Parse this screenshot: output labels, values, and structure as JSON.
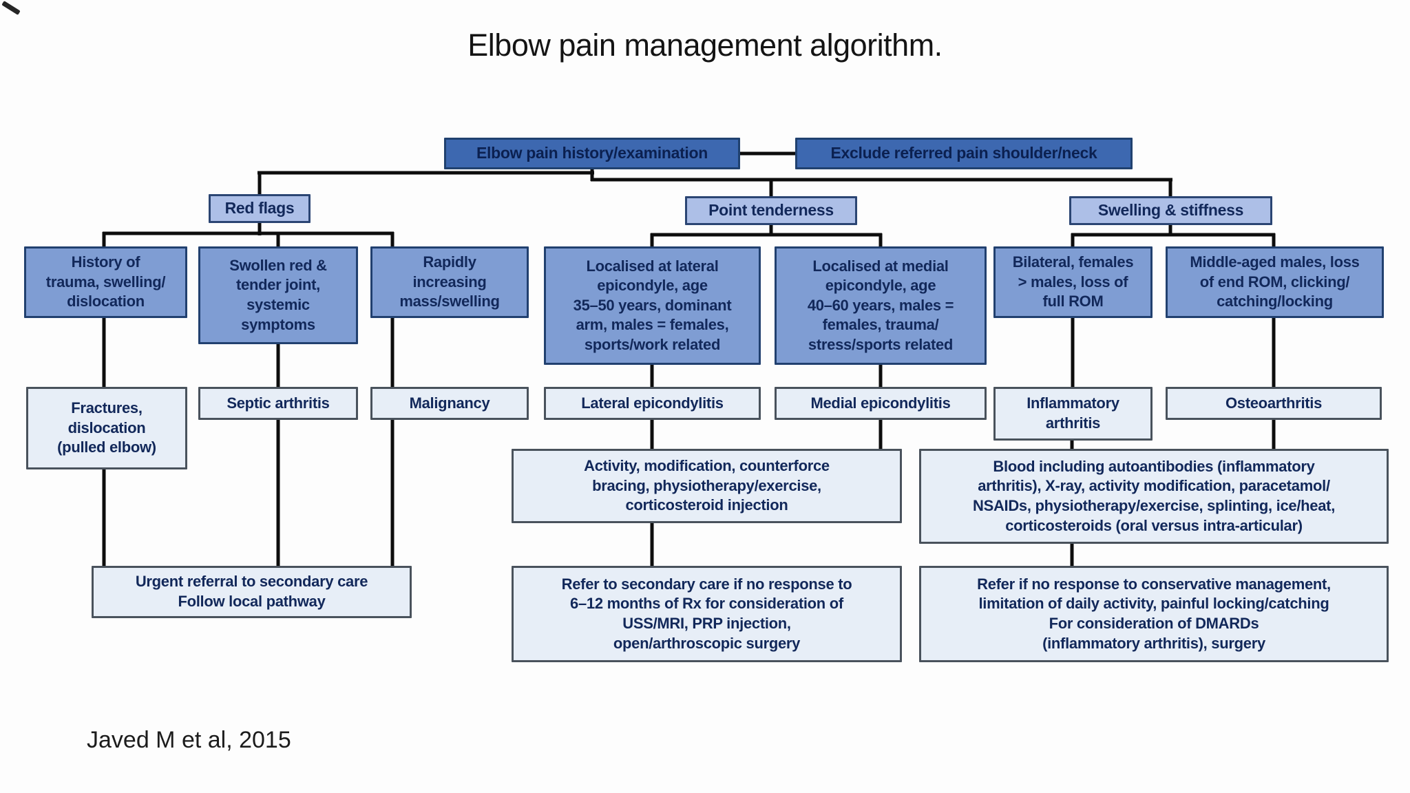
{
  "title": "Elbow pain management algorithm.",
  "attribution": "Javed M et al, 2015",
  "colors": {
    "lvl1_fill": "#3d68b0",
    "lvl1_border": "#20416f",
    "lvl2_fill": "#adbfe7",
    "lvl2_border": "#2b4573",
    "lvl3_fill": "#7f9dd3",
    "lvl3_border": "#21406f",
    "lvl4_fill": "#e7eef7",
    "lvl4_border": "#49525c",
    "box_text": "#12285a",
    "line_color": "#0d0d0d",
    "title_color": "#141414"
  },
  "nodes": {
    "history_exam": {
      "label": "Elbow pain history/examination"
    },
    "exclude_referred": {
      "label": "Exclude referred pain shoulder/neck"
    },
    "red_flags": {
      "label": "Red flags"
    },
    "point_tenderness": {
      "label": "Point tenderness"
    },
    "swelling_stiffness": {
      "label": "Swelling & stiffness"
    },
    "history_trauma": {
      "label": "History of\ntrauma, swelling/\ndislocation"
    },
    "swollen_joint": {
      "label": "Swollen red &\ntender joint,\nsystemic\nsymptoms"
    },
    "rapid_mass": {
      "label": "Rapidly\nincreasing\nmass/swelling"
    },
    "lateral_localised": {
      "label": "Localised at lateral\nepicondyle, age\n35–50 years, dominant\narm, males = females,\nsports/work related"
    },
    "medial_localised": {
      "label": "Localised at medial\nepicondyle, age\n40–60 years, males =\nfemales, trauma/\nstress/sports related"
    },
    "bilateral_females": {
      "label": "Bilateral, females\n> males, loss of\nfull ROM"
    },
    "middle_aged_males": {
      "label": "Middle-aged males, loss\nof end ROM, clicking/\ncatching/locking"
    },
    "fractures": {
      "label": "Fractures,\ndislocation\n(pulled elbow)"
    },
    "septic_arthritis": {
      "label": "Septic arthritis"
    },
    "malignancy": {
      "label": "Malignancy"
    },
    "lateral_epicondylitis": {
      "label": "Lateral epicondylitis"
    },
    "medial_epicondylitis": {
      "label": "Medial epicondylitis"
    },
    "inflammatory_arthritis": {
      "label": "Inflammatory\narthritis"
    },
    "osteoarthritis": {
      "label": "Osteoarthritis"
    },
    "epicondylitis_treatment": {
      "label": "Activity, modification, counterforce\nbracing, physiotherapy/exercise,\ncorticosteroid injection"
    },
    "arthritis_treatment": {
      "label": "Blood including autoantibodies (inflammatory\narthritis), X-ray, activity modification, paracetamol/\nNSAIDs, physiotherapy/exercise, splinting, ice/heat,\ncorticosteroids (oral versus intra-articular)"
    },
    "urgent_referral": {
      "label": "Urgent referral to secondary care\nFollow local pathway"
    },
    "epicondylitis_referral": {
      "label": "Refer to secondary care if no response to\n6–12 months of Rx for consideration of\nUSS/MRI, PRP injection,\nopen/arthroscopic surgery"
    },
    "arthritis_referral": {
      "label": "Refer if no response to conservative management,\nlimitation of daily activity, painful locking/catching\nFor consideration of DMARDs\n(inflammatory arthritis), surgery"
    }
  }
}
